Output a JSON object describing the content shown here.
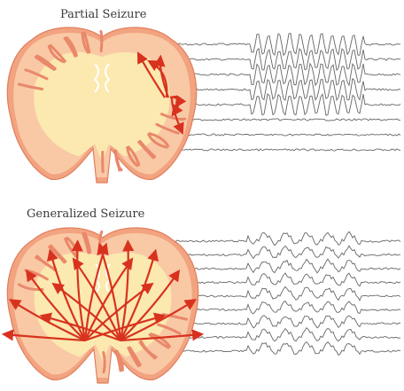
{
  "panels": [
    {
      "title": "Partial Seizure",
      "focus": "focal",
      "eeg_channels": 8,
      "affected_channels": [
        1,
        2,
        3,
        4,
        5
      ]
    },
    {
      "title": "Generalized Seizure",
      "focus": "generalized",
      "eeg_channels": 9,
      "affected_channels": [
        1,
        2,
        3,
        4,
        5,
        6,
        7,
        8,
        9
      ]
    }
  ],
  "colors": {
    "cortex_outer": "#f2a380",
    "cortex_inner": "#f9c9a6",
    "white_matter": "#fbe9b0",
    "sulci": "#e9886a",
    "arrow": "#d8321e",
    "trace": "#666666",
    "background": "#ffffff"
  },
  "icons": {
    "brain": "brain-coronal-section-icon",
    "arrow": "seizure-spread-arrow-icon"
  }
}
